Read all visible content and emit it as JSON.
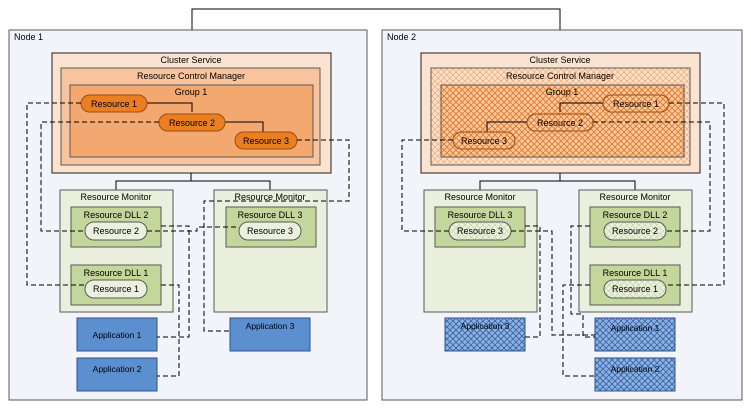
{
  "colors": {
    "node_bg": "#f2f4f9",
    "node_border": "#595959",
    "cluster_bg": "#fbe3d2",
    "rcm_bg": "#f8c49f",
    "group_bg": "#f3a86f",
    "resource_fill": "#ec7e22",
    "resource_border": "#9c4d0f",
    "monitor_bg": "#eaf0dd",
    "dll_bg": "#c3d69b",
    "dll_inner": "#ebf1de",
    "app_fill": "#5b8fd0",
    "app_border": "#2f528f",
    "hatch_line": "#2f528f",
    "hatch_orange": "#d96f1e"
  },
  "node1": {
    "title": "Node 1",
    "cluster_service": "Cluster Service",
    "rcm": "Resource Control Manager",
    "group": "Group 1",
    "resources": [
      "Resource 1",
      "Resource 2",
      "Resource 3"
    ],
    "monitor_a": {
      "title": "Resource Monitor",
      "dlls": [
        {
          "title": "Resource DLL 2",
          "resource": "Resource 2"
        },
        {
          "title": "Resource DLL 1",
          "resource": "Resource 1"
        }
      ]
    },
    "monitor_b": {
      "title": "Resource Monitor",
      "dlls": [
        {
          "title": "Resource DLL 3",
          "resource": "Resource 3"
        }
      ]
    },
    "apps": [
      "Application 1",
      "Application 2",
      "Application 3"
    ]
  },
  "node2": {
    "title": "Node 2",
    "cluster_service": "Cluster Service",
    "rcm": "Resource Control Manager",
    "group": "Group 1",
    "resources": [
      "Resource 1",
      "Resource 2",
      "Resource 3"
    ],
    "monitor_a": {
      "title": "Resource Monitor",
      "dlls": [
        {
          "title": "Resource DLL 3",
          "resource": "Resource 3"
        }
      ]
    },
    "monitor_b": {
      "title": "Resource Monitor",
      "dlls": [
        {
          "title": "Resource DLL 2",
          "resource": "Resource 2"
        },
        {
          "title": "Resource DLL 1",
          "resource": "Resource 1"
        }
      ]
    },
    "apps": [
      "Application 3",
      "Application 1",
      "Application 2"
    ]
  }
}
